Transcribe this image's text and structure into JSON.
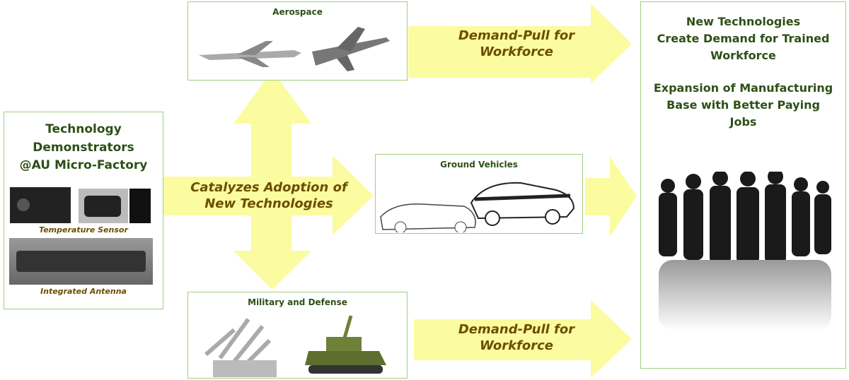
{
  "left_box": {
    "title_lines": [
      "Technology",
      "Demonstrators",
      "@AU Micro-Factory"
    ],
    "caption_sensor": "Temperature Sensor",
    "caption_antenna": "Integrated Antenna"
  },
  "aerospace": {
    "title": "Aerospace"
  },
  "ground": {
    "title": "Ground Vehicles"
  },
  "military": {
    "title": "Military and Defense"
  },
  "arrows": {
    "catalyze_lines": [
      "Catalyzes Adoption of",
      "New Technologies"
    ],
    "demand_top_lines": [
      "Demand-Pull for",
      "Workforce"
    ],
    "demand_bottom_lines": [
      "Demand-Pull for",
      "Workforce"
    ]
  },
  "right_box": {
    "line1": [
      "New Technologies",
      "Create Demand for Trained",
      "Workforce"
    ],
    "line2": [
      "Expansion of Manufacturing",
      "Base with Better Paying",
      "Jobs"
    ]
  },
  "colors": {
    "arrow": "#fbfb9f",
    "border": "#9fcf82",
    "title": "#2d5016",
    "arrow_text": "#6b4e00"
  }
}
